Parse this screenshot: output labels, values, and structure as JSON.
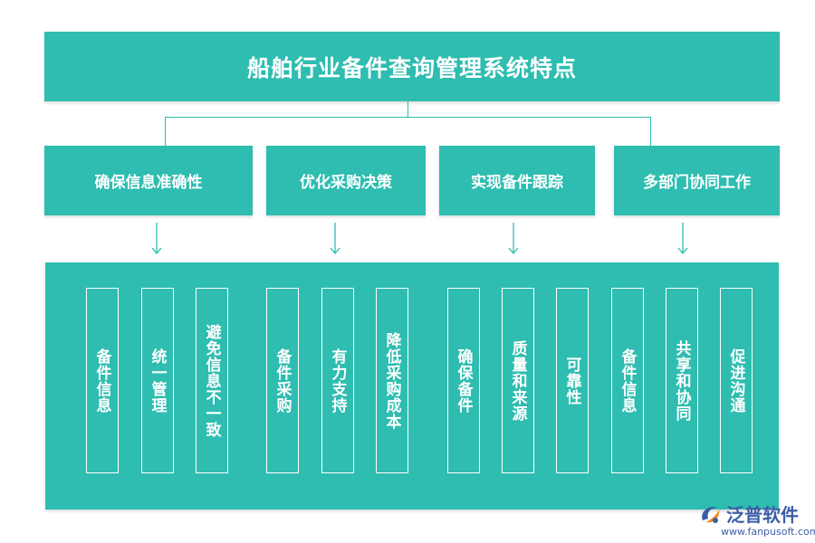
{
  "title": "船舶行业备件查询管理系统特点",
  "categories": [
    {
      "label": "确保信息准确性"
    },
    {
      "label": "优化采购决策"
    },
    {
      "label": "实现备件跟踪"
    },
    {
      "label": "多部门协同工作"
    }
  ],
  "items": [
    "备件信息",
    "统一管理",
    "避免信息不一致",
    "备件采购",
    "有力支持",
    "降低采购成本",
    "确保备件",
    "质量和来源",
    "可靠性",
    "备件信息",
    "共享和协同",
    "促进沟通"
  ],
  "logo": {
    "name": "泛普软件",
    "url": "www.fanpusoft.com"
  },
  "colors": {
    "accent": "#2ebdb0",
    "logo": "#3b5ea8"
  }
}
